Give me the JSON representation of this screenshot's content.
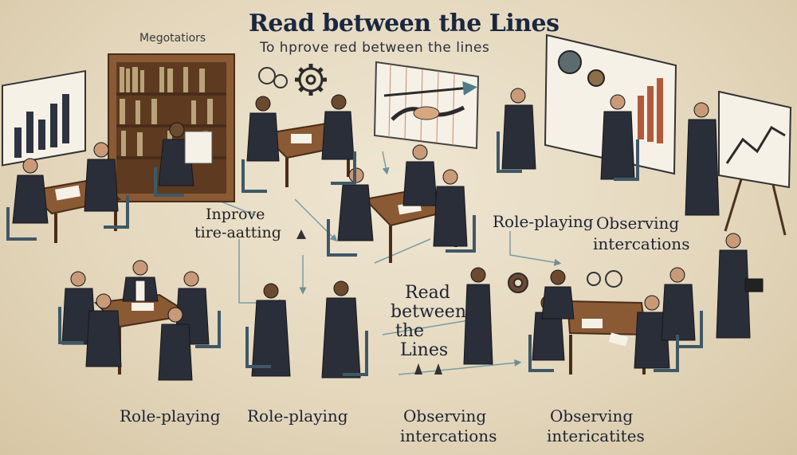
{
  "title": "Read between the Lines",
  "subtitle": "To hprove red between the lines",
  "labels": {
    "negotiators": "Megotatiors",
    "improve_1": "Inprove",
    "improve_2": "tire-aatting",
    "role_playing_right": "Role-playing",
    "observing_right_1": "Observing",
    "observing_right_2": "intercations",
    "read_1": "Read",
    "read_2": "between",
    "read_3": "the",
    "read_4": "Lines",
    "role_playing_bottom_left": "Role-playing",
    "role_playing_bottom_mid": "Role-playing",
    "observing_bottom_1": "Observing",
    "observing_bottom_2": "intercations",
    "observing_bottom_right_1": "Observing",
    "observing_bottom_right_2": "intericatites"
  },
  "colors": {
    "background": "#e7dcc4",
    "suit": "#2a2e38",
    "wood": "#8a5a34",
    "chair": "#3f5866",
    "accent": "#4f7b8a"
  }
}
